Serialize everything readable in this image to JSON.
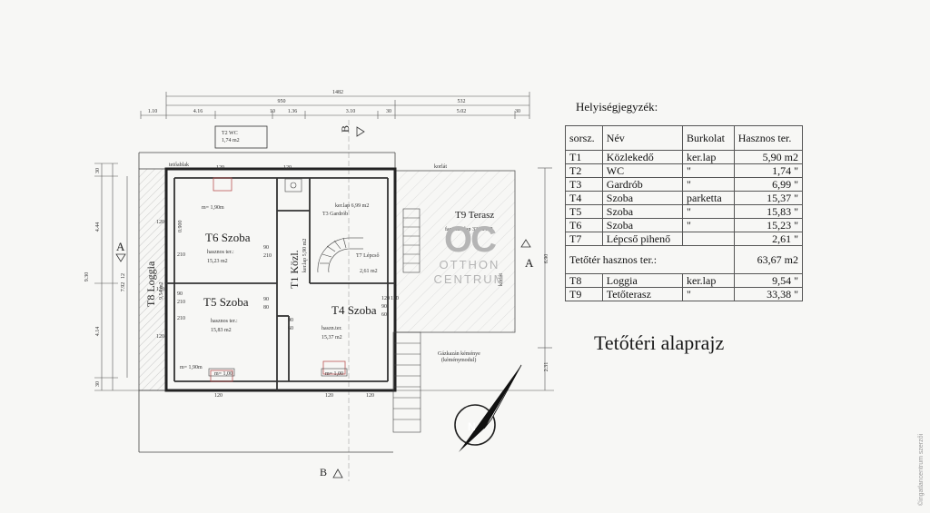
{
  "legend": {
    "title": "Helyiségjegyzék:",
    "headers": [
      "sorsz.",
      "Név",
      "Burkolat",
      "Hasznos ter."
    ],
    "rows": [
      {
        "id": "T1",
        "name": "Közlekedő",
        "finish": "ker.lap",
        "area": "5,90 m2"
      },
      {
        "id": "T2",
        "name": "WC",
        "finish": "\"",
        "area": "1,74 \""
      },
      {
        "id": "T3",
        "name": "Gardrób",
        "finish": "\"",
        "area": "6,99 \""
      },
      {
        "id": "T4",
        "name": "Szoba",
        "finish": "parketta",
        "area": "15,37 \""
      },
      {
        "id": "T5",
        "name": "Szoba",
        "finish": "\"",
        "area": "15,83 \""
      },
      {
        "id": "T6",
        "name": "Szoba",
        "finish": "\"",
        "area": "15,23 \""
      },
      {
        "id": "T7",
        "name": "Lépcső pihenő",
        "finish": "",
        "area": "2,61 \""
      }
    ],
    "total_label": "Tetőtér hasznos ter.:",
    "total_value": "63,67 m2",
    "extra_rows": [
      {
        "id": "T8",
        "name": "Loggia",
        "finish": "ker.lap",
        "area": "9,54 \""
      },
      {
        "id": "T9",
        "name": "Tetőterasz",
        "finish": "\"",
        "area": "33,38 \""
      }
    ]
  },
  "sheet_title": "Tetőtéri alaprajz",
  "watermark": {
    "logo": "OC",
    "line1": "OTTHON",
    "line2": "CENTRUM"
  },
  "side_credit": "©ingatlancentrum szerzői",
  "plan": {
    "dims_top": [
      "1482",
      "950",
      "532"
    ],
    "dims_top2": [
      "1.10",
      "4.16",
      "10",
      "1.36",
      "3.10",
      "30",
      "5.02",
      "30"
    ],
    "dims_left": [
      "30",
      "4.44",
      "9.30",
      "4.14",
      "30"
    ],
    "dims_left_inner": [
      "12",
      "7.92"
    ],
    "dims_right": [
      "6.90",
      "2.31"
    ],
    "section_a_left": "A",
    "section_a_right": "A",
    "section_b_top": "B",
    "section_b_bottom": "B",
    "wc_box": [
      "T2 WC",
      "1,74 m2"
    ],
    "top_label": "tetőablak",
    "terrace_top_label": "korlát",
    "terrace_side_label": "korlát",
    "t9_label": "T9 Terasz",
    "t9_sub": "fagyálló lap 33,38 m2",
    "t6_label": "T6 Szoba",
    "t6_height": "m= 1,90m",
    "t6_area_1": "hasznos ter.:",
    "t6_area_2": "15,23 m2",
    "t5_label": "T5 Szoba",
    "t5_area_1": "hasznos ter.:",
    "t5_area_2": "15,83 m2",
    "t5_height": "m= 1,90m",
    "t4_label": "T4 Szoba",
    "t4_area_1": "haszn.ter.",
    "t4_area_2": "15,37 m2",
    "t1_label": "T1 Közl.",
    "t1_sub": "ker.lap 5,90 m2",
    "t3_label_1": "ker.lap 6,99 m2",
    "t3_label_2": "T3 Gardrób",
    "t7_label_1": "T7 Lépcső",
    "t7_label_2": "2,61 m2",
    "t8_label": "T8 Loggia",
    "t8_sub": "9,54 m2",
    "chimney_label": "Gázkazán kéménye",
    "chimney_sub": "(kéménymodul)",
    "m100": "m= 1,00",
    "small_dims": [
      "120",
      "210",
      "90",
      "210",
      "120",
      "210",
      "90",
      "80",
      "120",
      "120",
      "90",
      "60",
      "120",
      "120",
      "90",
      "60",
      "90",
      "210",
      "120",
      "120",
      "120",
      "0.900",
      "120"
    ]
  }
}
